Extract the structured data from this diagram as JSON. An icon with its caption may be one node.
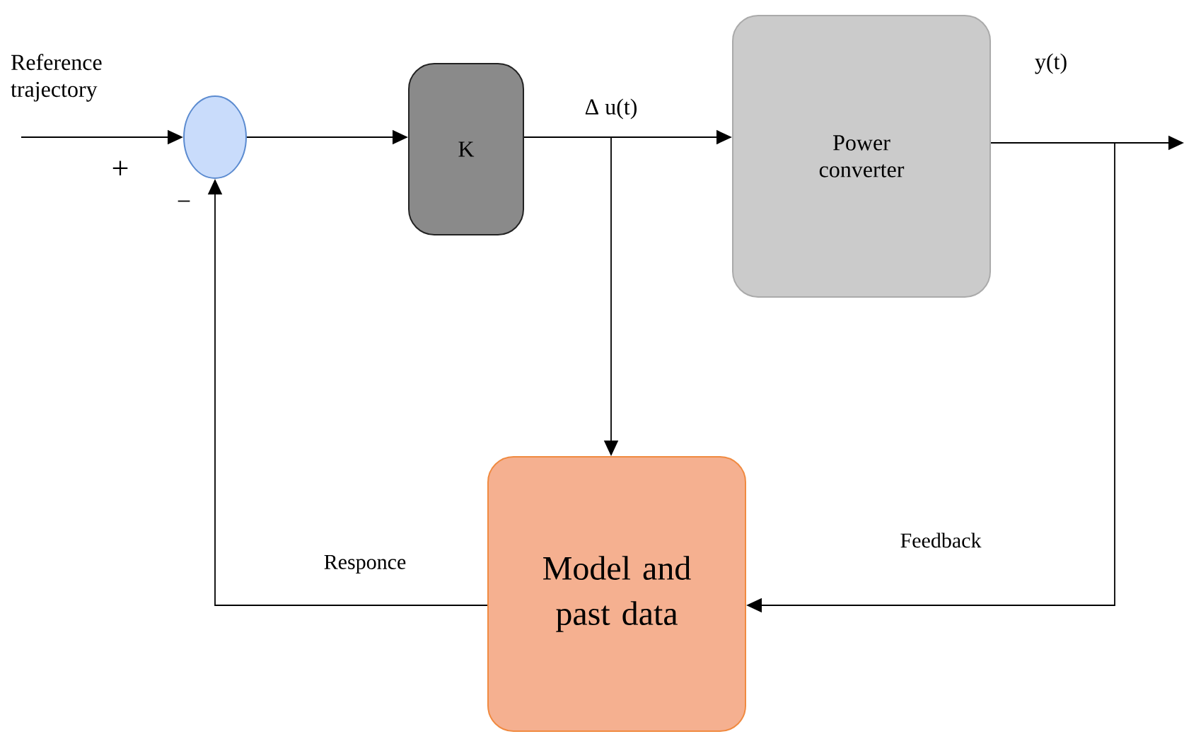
{
  "diagram": {
    "nodes": [
      {
        "text": [],
        "shape": "circle"
      },
      {
        "text": [
          "K"
        ]
      },
      {
        "text": [
          "Power converter"
        ]
      },
      {
        "text": [
          "Model and past data"
        ]
      }
    ],
    "edges": [
      {
        "from": null,
        "to": 0,
        "arrow": "to",
        "label": "Reference trajectory"
      },
      {
        "from": 0,
        "to": 1,
        "arrow": "to"
      },
      {
        "from": 1,
        "to": 2,
        "arrow": "to",
        "label": "Δ u(t)"
      },
      {
        "from": 1,
        "to": 3,
        "arrow": "to"
      },
      {
        "from": 2,
        "to": null,
        "arrow": "to",
        "label": "y(t)"
      },
      {
        "from": 2,
        "to": 3,
        "arrow": "to",
        "label": "Feedback"
      },
      {
        "from": 3,
        "to": 0,
        "arrow": "to",
        "label": "Responce"
      }
    ],
    "labels": [
      "+",
      "−"
    ]
  }
}
